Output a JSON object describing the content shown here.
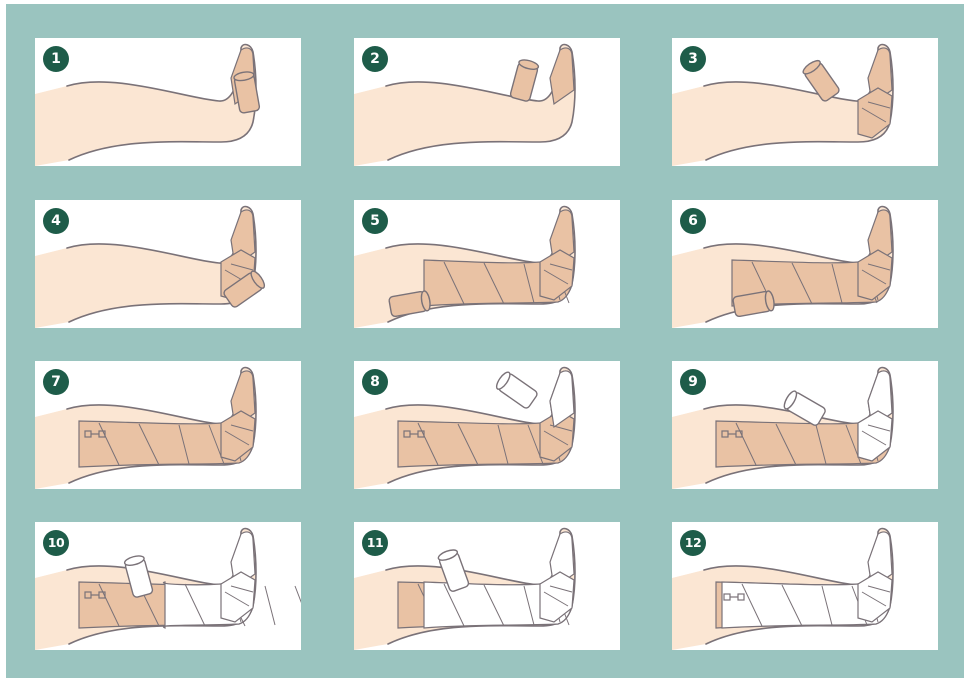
{
  "colors": {
    "frame": "#9ac4bf",
    "panel": "#ffffff",
    "badge": "#1e5c49",
    "skin": "#fbe6d3",
    "outline": "#7a7278",
    "tan_bandage": "#e9c2a4",
    "white_bandage": "#ffffff"
  },
  "steps": [
    {
      "number": "1",
      "stage": "tan-foot-start",
      "icon": "tan-bandage-roll-icon"
    },
    {
      "number": "2",
      "stage": "tan-foot-wrap",
      "icon": "tan-bandage-roll-icon"
    },
    {
      "number": "3",
      "stage": "tan-ankle-wrap",
      "icon": "tan-bandage-roll-icon"
    },
    {
      "number": "4",
      "stage": "tan-heel-wrap",
      "icon": "tan-bandage-roll-icon"
    },
    {
      "number": "5",
      "stage": "tan-calf-wrap",
      "icon": "tan-bandage-roll-icon"
    },
    {
      "number": "6",
      "stage": "tan-leg-wrap",
      "icon": "tan-bandage-roll-icon"
    },
    {
      "number": "7",
      "stage": "tan-complete-clip",
      "icon": "bandage-clip-icon"
    },
    {
      "number": "8",
      "stage": "white-foot-start",
      "icon": "white-bandage-roll-icon"
    },
    {
      "number": "9",
      "stage": "white-ankle-wrap",
      "icon": "white-bandage-roll-icon"
    },
    {
      "number": "10",
      "stage": "white-calf-wrap",
      "icon": "white-bandage-roll-icon"
    },
    {
      "number": "11",
      "stage": "white-leg-wrap",
      "icon": "white-bandage-roll-icon"
    },
    {
      "number": "12",
      "stage": "white-complete-clip",
      "icon": "bandage-clip-icon"
    }
  ]
}
